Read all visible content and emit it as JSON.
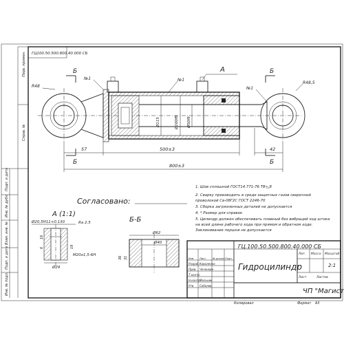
{
  "stamp_top": "ГЦ100.50.500.800.40.000 СБ",
  "side_labels": [
    "Перв. примен.",
    "Справ. №",
    "Подп. и дата",
    "Инв. № дубл.",
    "Взам. инв. №",
    "Подп. и дата",
    "Инв. № подл."
  ],
  "dims": {
    "r48_left": "R48",
    "r48_right": "R48,5",
    "n1a": "№1",
    "n1b": "№1",
    "n1c": "№1",
    "d57": "57",
    "d500": "500±3",
    "d800": "800±3",
    "d42": "42",
    "d115": "Ø115",
    "d100": "Ø100f8",
    "d50": "Ø50f9",
    "b_left": "Б",
    "b_right": "Б",
    "b_left2": "Б",
    "b_right2": "Б",
    "a_label": "А"
  },
  "agreed": "Согласовано:",
  "notes": [
    "1. Шов сплошной ГОСТ14.771-76 Т8-◺8",
    "2. Сварку производить в среде защитных газов сварочной",
    "проволокой Св-08Г2С   ГОСТ 2246-70",
    "3. Сборка загрязненных деталей не допускается",
    "4. * Размер для справок",
    "5. Цилиндр должен обеспечивать плавный без вибраций ход штока",
    "на всей   длине   рабочего хода при прямом и обратном ходе.",
    "Заклинивание поршня не допускается"
  ],
  "detail_a": {
    "title": "А (1:1)",
    "d1": "Ø20,5H11+0.130",
    "ra": "Ra 2,5",
    "thread": "M20x1,5-6H",
    "d29": "Ø29",
    "d19": "19",
    "d16": "16",
    "d6": "6"
  },
  "section_bb": {
    "title": "Б-Б",
    "d62": "Ø62",
    "d40": "Ø40",
    "d36": "36",
    "d31": "31"
  },
  "title_block": {
    "code": "ГЦ.100.50.500.800.40.000 СБ",
    "name": "Гидроцилиндр",
    "org": "ЧП \"Магистр\"",
    "col_head": [
      "Изм",
      "Лист",
      "№ докум.",
      "Подп.",
      "Дата"
    ],
    "roles": [
      "Разраб.",
      "Пров.",
      "Т.контр.",
      "Н.контр.",
      "Утв."
    ],
    "people": [
      "Коваленко",
      "Чеченкин",
      "",
      "Мельник",
      "Соболев"
    ],
    "lit": "Лит.",
    "mass": "Масса",
    "scale": "Масштаб",
    "scale_val": "2:1",
    "sheet": "Лист",
    "sheets": "Листов",
    "copied": "Копировал",
    "format": "Формат",
    "format_val": "А3"
  }
}
